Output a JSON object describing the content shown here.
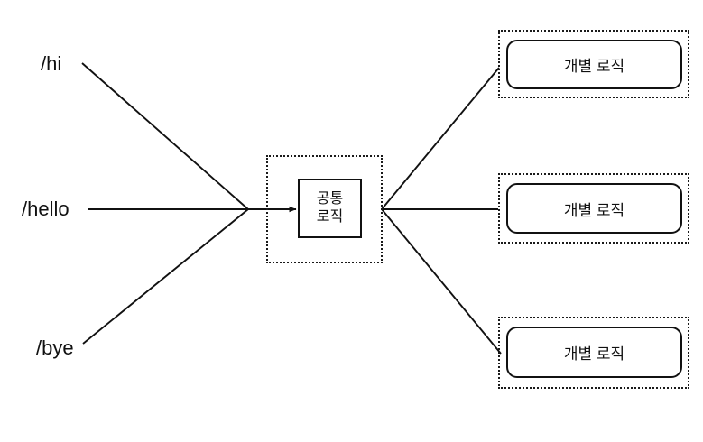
{
  "diagram": {
    "title": "",
    "background_color": "#ffffff",
    "stroke_color": "#111111",
    "routes": [
      {
        "id": "hi",
        "label": "/hi"
      },
      {
        "id": "hello",
        "label": "/hello"
      },
      {
        "id": "bye",
        "label": "/bye"
      }
    ],
    "common": {
      "label_line_1": "공통",
      "label_line_2": "로직",
      "border_style": "solid",
      "group_border_style": "dotted"
    },
    "branches": [
      {
        "id": "logic-1",
        "label": "개별 로직",
        "border_style": "solid-rounded",
        "group_border_style": "dotted"
      },
      {
        "id": "logic-2",
        "label": "개별 로직",
        "border_style": "solid-rounded",
        "group_border_style": "dotted"
      },
      {
        "id": "logic-3",
        "label": "개별 로직",
        "border_style": "solid-rounded",
        "group_border_style": "dotted"
      }
    ]
  }
}
